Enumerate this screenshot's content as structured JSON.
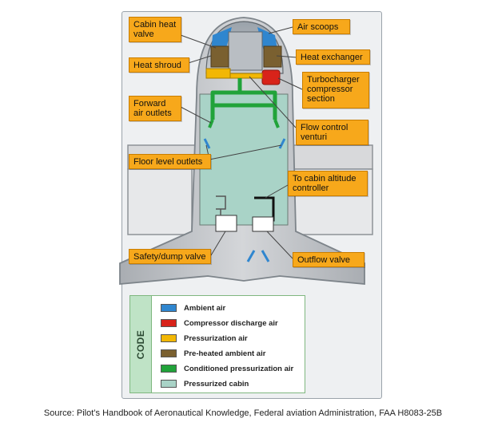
{
  "callouts": {
    "cabin_heat_valve": "Cabin heat\nvalve",
    "air_scoops": "Air scoops",
    "heat_exchanger": "Heat exchanger",
    "heat_shroud": "Heat shroud",
    "turbocharger": "Turbocharger\ncompressor\nsection",
    "forward_air_outlets": "Forward\nair outlets",
    "flow_control_venturi": "Flow control\nventuri",
    "floor_level_outlets": "Floor level outlets",
    "cabin_altitude_controller": "To cabin altitude\ncontroller",
    "safety_dump_valve": "Safety/dump valve",
    "outflow_valve": "Outflow valve"
  },
  "legend": {
    "title": "CODE",
    "items": [
      {
        "label": "Ambient air",
        "color": "#2f86cf"
      },
      {
        "label": "Compressor discharge air",
        "color": "#d8231a"
      },
      {
        "label": "Pressurization air",
        "color": "#f2b705"
      },
      {
        "label": "Pre-heated ambient air",
        "color": "#7a6030"
      },
      {
        "label": "Conditioned pressurization air",
        "color": "#21a33a"
      },
      {
        "label": "Pressurized cabin",
        "color": "#a9d3c7"
      }
    ]
  },
  "colors": {
    "callout_fill": "#f7a81b",
    "cabin_fill": "#a9d3c7",
    "fuselage_gray": "#c7c9cb",
    "wing_gray": "#d8d9db"
  },
  "source": "Source: Pilot’s Handbook of Aeronautical Knowledge, Federal aviation Administration, FAA H8083-25B"
}
